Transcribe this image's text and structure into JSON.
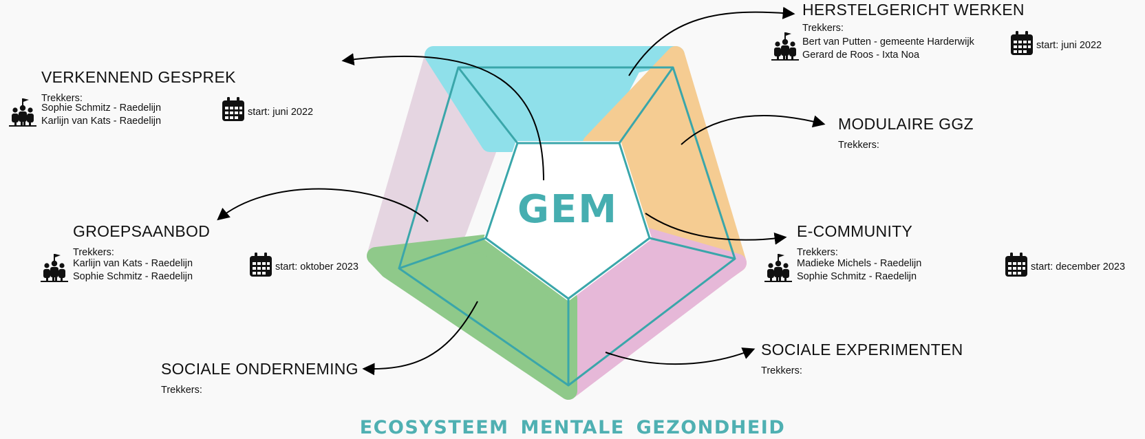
{
  "center": {
    "label": "GEM"
  },
  "footer": {
    "text": "ECOSYSTEEM  MENTALE  GEZONDHEID"
  },
  "colors": {
    "top": "#8fe0ea",
    "right": "#f5cc92",
    "bottom_right": "#e6b8d8",
    "bottom_left": "#8fc98a",
    "left": "#e4d4e0",
    "outline": "#3aa6aa",
    "text": "#46aeb0"
  },
  "sections": [
    {
      "id": "verkennend",
      "title": "VERKENNEND GESPREK",
      "trekkers_label": "Trekkers:",
      "names": [
        "Sophie Schmitz - Raedelijn",
        "Karlijn van Kats - Raedelijn"
      ],
      "start": "start: juni 2022"
    },
    {
      "id": "herstelgericht",
      "title": "HERSTELGERICHT WERKEN",
      "trekkers_label": "Trekkers:",
      "names": [
        "Bert van Putten - gemeente Harderwijk",
        "Gerard de Roos - Ixta Noa"
      ],
      "start": "start: juni 2022"
    },
    {
      "id": "modulaire",
      "title": "MODULAIRE GGZ",
      "trekkers_label": "Trekkers:",
      "names": [],
      "start": ""
    },
    {
      "id": "groepsaanbod",
      "title": "GROEPSAANBOD",
      "trekkers_label": "Trekkers:",
      "names": [
        "Karlijn van Kats - Raedelijn",
        "Sophie Schmitz - Raedelijn"
      ],
      "start": "start: oktober 2023"
    },
    {
      "id": "ecommunity",
      "title": "E-COMMUNITY",
      "trekkers_label": "Trekkers:",
      "names": [
        "Madieke Michels - Raedelijn",
        "Sophie Schmitz - Raedelijn"
      ],
      "start": "start: december 2023"
    },
    {
      "id": "sociale-onderneming",
      "title": "SOCIALE ONDERNEMING",
      "trekkers_label": "Trekkers:",
      "names": [],
      "start": ""
    },
    {
      "id": "sociale-experimenten",
      "title": "SOCIALE EXPERIMENTEN",
      "trekkers_label": "Trekkers:",
      "names": [],
      "start": ""
    }
  ]
}
